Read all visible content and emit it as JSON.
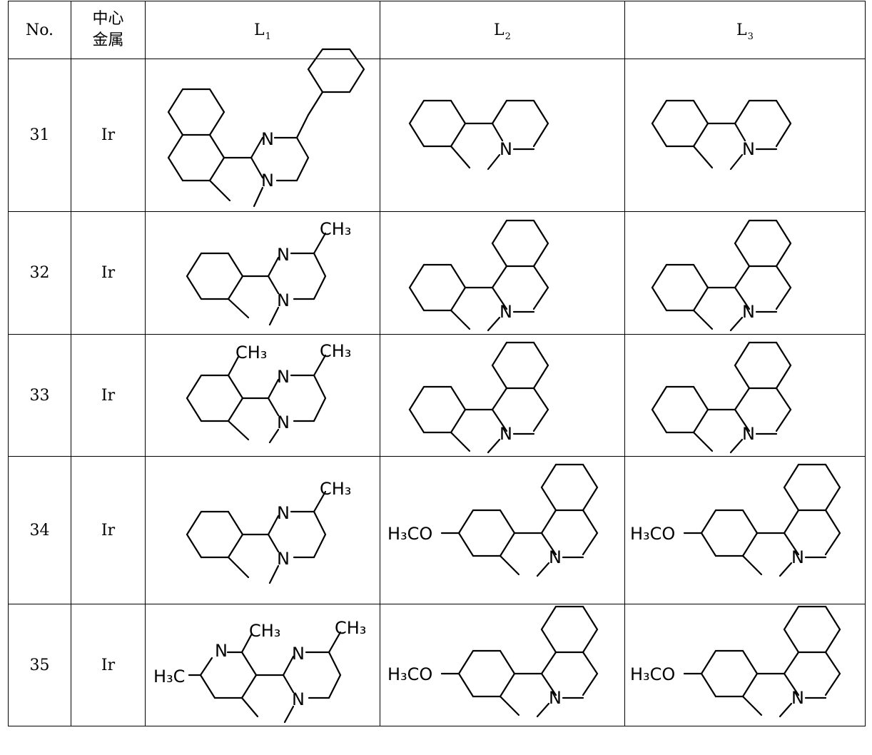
{
  "headers": {
    "no": "No.",
    "metal_line1": "中心",
    "metal_line2": "金属",
    "l1": "L",
    "l1_sub": "1",
    "l2": "L",
    "l2_sub": "2",
    "l3": "L",
    "l3_sub": "3"
  },
  "rows": [
    {
      "no": "31",
      "metal": "Ir"
    },
    {
      "no": "32",
      "metal": "Ir",
      "l1_ch3": "CH₃"
    },
    {
      "no": "33",
      "metal": "Ir",
      "l1_ch3a": "CH₃",
      "l1_ch3b": "CH₃"
    },
    {
      "no": "34",
      "metal": "Ir",
      "l1_ch3": "CH₃",
      "l2_och3": "H₃CO",
      "l3_och3": "H₃CO"
    },
    {
      "no": "35",
      "metal": "Ir",
      "l1_ch3a": "CH₃",
      "l1_ch3b": "CH₃",
      "l1_h3c": "H₃C",
      "l2_och3": "H₃CO",
      "l3_och3": "H₃CO"
    }
  ],
  "atoms": {
    "n": "N"
  }
}
